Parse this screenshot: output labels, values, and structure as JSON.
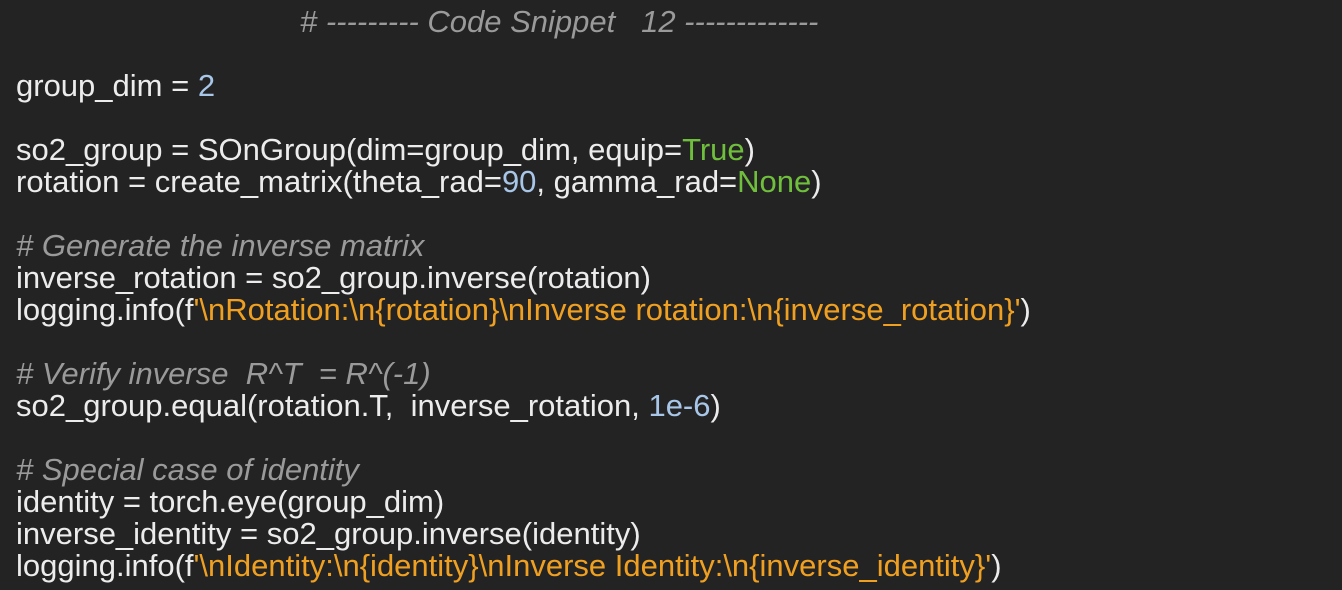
{
  "code": {
    "header_comment": "# --------- Code Snippet   12 -------------",
    "lines": [
      {
        "id": "l1",
        "segments": [
          {
            "t": "plain",
            "s": "group_dim = "
          },
          {
            "t": "num",
            "s": "2"
          }
        ]
      },
      {
        "id": "l2",
        "segments": [
          {
            "t": "plain",
            "s": "so2_group = SOnGroup(dim=group_dim, equip="
          },
          {
            "t": "kw",
            "s": "True"
          },
          {
            "t": "plain",
            "s": ")"
          }
        ]
      },
      {
        "id": "l3",
        "segments": [
          {
            "t": "plain",
            "s": "rotation = create_matrix(theta_rad="
          },
          {
            "t": "num",
            "s": "90"
          },
          {
            "t": "plain",
            "s": ", gamma_rad="
          },
          {
            "t": "kw",
            "s": "None"
          },
          {
            "t": "plain",
            "s": ")"
          }
        ]
      },
      {
        "id": "l4",
        "segments": [
          {
            "t": "comment",
            "s": "# Generate the inverse matrix"
          }
        ]
      },
      {
        "id": "l5",
        "segments": [
          {
            "t": "plain",
            "s": "inverse_rotation = so2_group.inverse(rotation)"
          }
        ]
      },
      {
        "id": "l6",
        "segments": [
          {
            "t": "plain",
            "s": "logging.info(f"
          },
          {
            "t": "str",
            "s": "'\\nRotation:\\n{rotation}\\nInverse rotation:\\n{inverse_rotation}'"
          },
          {
            "t": "plain",
            "s": ")"
          }
        ]
      },
      {
        "id": "l7",
        "segments": [
          {
            "t": "comment",
            "s": "# Verify inverse  R^T  = R^(-1)"
          }
        ]
      },
      {
        "id": "l8",
        "segments": [
          {
            "t": "plain",
            "s": "so2_group.equal(rotation.T,  inverse_rotation, "
          },
          {
            "t": "num",
            "s": "1e-6"
          },
          {
            "t": "plain",
            "s": ")"
          }
        ]
      },
      {
        "id": "l9",
        "segments": [
          {
            "t": "comment",
            "s": "# Special case of identity"
          }
        ]
      },
      {
        "id": "l10",
        "segments": [
          {
            "t": "plain",
            "s": "identity = torch.eye(group_dim)"
          }
        ]
      },
      {
        "id": "l11",
        "segments": [
          {
            "t": "plain",
            "s": "inverse_identity = so2_group.inverse(identity)"
          }
        ]
      },
      {
        "id": "l12",
        "segments": [
          {
            "t": "plain",
            "s": "logging.info(f"
          },
          {
            "t": "str",
            "s": "'\\nIdentity:\\n{identity}\\nInverse Identity:\\n{inverse_identity}'"
          },
          {
            "t": "plain",
            "s": ")"
          }
        ]
      }
    ]
  },
  "colors": {
    "background": "#232323",
    "text": "#ececec",
    "comment": "#9a9a9a",
    "number": "#a8c6e8",
    "keyword": "#6fbf3d",
    "string": "#f0a021"
  }
}
